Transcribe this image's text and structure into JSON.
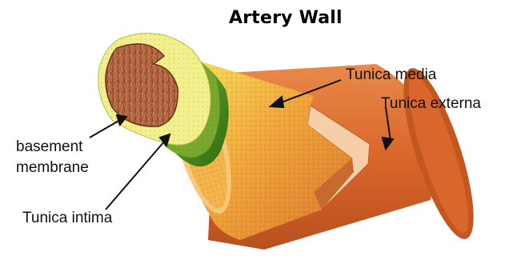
{
  "title": "Artery Wall",
  "labels": {
    "tunica_media": "Tunica media",
    "tunica_externa": "Tunica externa",
    "basement_line1": "basement",
    "basement_line2": "membrane",
    "tunica_intima": "Tunica intima"
  },
  "colors": {
    "externa": "#d9662a",
    "externa_dark": "#b84d1c",
    "externa_rim": "#f2b48c",
    "media": "#f0a53a",
    "media_light": "#f7d26a",
    "intima": "#4e8a1f",
    "intima_light": "#a3c84a",
    "basement": "#f2f08c",
    "lumen": "#b86a45"
  }
}
